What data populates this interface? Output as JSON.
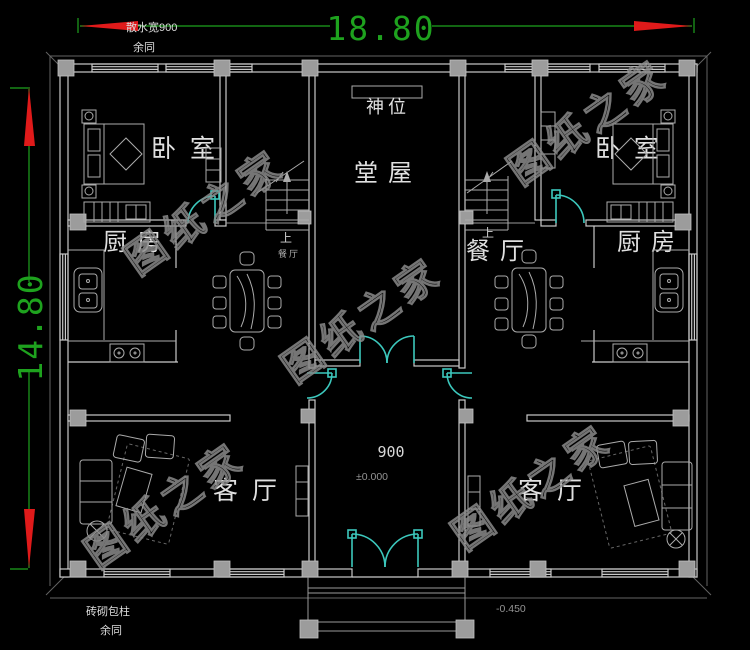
{
  "drawing": {
    "dimensions": {
      "width_label": "18.80",
      "height_label": "14.80"
    },
    "annotations": {
      "apron_note_line1": "散水宽900",
      "apron_note_line2": "余同",
      "column_note_line1": "砖砌包柱",
      "column_note_line2": "余同",
      "entry_width": "900",
      "floor_level": "±0.000",
      "porch_level": "-0.450",
      "stairs_up": "上",
      "dining_small_label": "餐厅"
    },
    "rooms": {
      "bedroom_left": "卧室",
      "bedroom_right": "卧室",
      "shrine": "神位",
      "main_hall": "堂屋",
      "kitchen_left": "厨房",
      "kitchen_right": "厨房",
      "dining_right": "餐厅",
      "living_left": "客厅",
      "living_right": "客厅"
    },
    "watermark": "图纸之家",
    "colors": {
      "background": "#000000",
      "walls": "#c9c9c9",
      "doors": "#3cc8bd",
      "dimension_green": "#1ea21e",
      "arrow_red": "#e01a1a",
      "watermark_gray": "#8a8a8a"
    }
  }
}
